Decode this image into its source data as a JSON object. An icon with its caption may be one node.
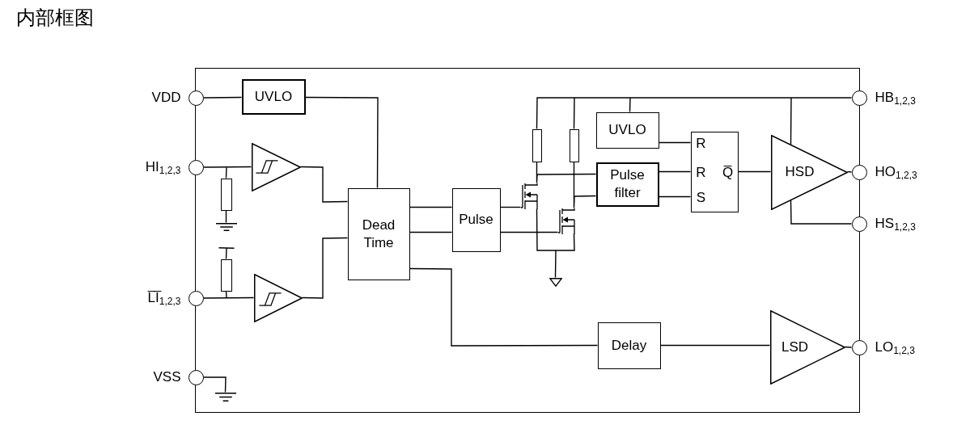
{
  "diagram": {
    "title": "内部框图",
    "nodes": [
      {
        "text": [],
        "shape": "box"
      },
      {
        "text": [],
        "shape": "circle",
        "beside": [
          "VDD"
        ]
      },
      {
        "text": [],
        "shape": "circle",
        "beside": [
          "HI$_{1,2,3}$"
        ]
      },
      {
        "text": [],
        "shape": "circle",
        "beside": [
          "L̅I̅$_{1,2,3}$"
        ]
      },
      {
        "text": [],
        "shape": "circle",
        "beside": [
          "VSS"
        ]
      },
      {
        "text": [],
        "shape": "circle",
        "beside": [
          "HB$_{1,2,3}$"
        ]
      },
      {
        "text": [],
        "shape": "circle",
        "beside": [
          "HO$_{1,2,3}$"
        ]
      },
      {
        "text": [],
        "shape": "circle",
        "beside": [
          "HS$_{1,2,3}$"
        ]
      },
      {
        "text": [],
        "shape": "circle",
        "beside": [
          "LO$_{1,2,3}$"
        ]
      },
      {
        "text": [
          "UVLO"
        ],
        "in": 0
      },
      {
        "text": [],
        "shape": "triangle",
        "in": 0
      },
      {
        "text": [],
        "shape": "resistor",
        "in": 0
      },
      {
        "text": [],
        "shape": "ground",
        "in": 0
      },
      {
        "text": [],
        "shape": "resistor",
        "in": 0
      },
      {
        "text": [],
        "shape": "triangle",
        "in": 0
      },
      {
        "text": [],
        "shape": "ground",
        "in": 0
      },
      {
        "text": [
          "Dead Time"
        ],
        "in": 0
      },
      {
        "text": [
          "Pulse"
        ],
        "in": 0
      },
      {
        "text": [],
        "shape": "resistor",
        "in": 0
      },
      {
        "text": [],
        "shape": "resistor",
        "in": 0
      },
      {
        "text": [],
        "shape": "transistor",
        "in": 0
      },
      {
        "text": [],
        "shape": "transistor",
        "in": 0
      },
      {
        "text": [],
        "shape": "ground",
        "in": 0
      },
      {
        "text": [
          "UVLO"
        ],
        "in": 0
      },
      {
        "text": [
          "Pulse filter"
        ],
        "in": 0
      },
      {
        "text": [
          "R",
          "R",
          "Q̅",
          "S"
        ],
        "in": 0
      },
      {
        "text": [
          "HSD"
        ],
        "in": 0
      },
      {
        "text": [
          "Delay"
        ],
        "in": 0
      },
      {
        "text": [
          "LSD"
        ],
        "in": 0
      }
    ],
    "edges": [
      {
        "from": 1,
        "to": 9,
        "arrow": "none"
      },
      {
        "from": 9,
        "to": 16,
        "arrow": "none"
      },
      {
        "from": 2,
        "to": 10,
        "arrow": "none"
      },
      {
        "from": 2,
        "to": 11,
        "arrow": "none"
      },
      {
        "from": 11,
        "to": 12,
        "arrow": "none"
      },
      {
        "from": 10,
        "to": 16,
        "arrow": "none"
      },
      {
        "from": 3,
        "to": 14,
        "arrow": "none"
      },
      {
        "from": 3,
        "to": 13,
        "arrow": "none"
      },
      {
        "from": 13,
        "to": null,
        "arrow": "other"
      },
      {
        "from": 14,
        "to": 16,
        "arrow": "none"
      },
      {
        "from": 4,
        "to": 15,
        "arrow": "none"
      },
      {
        "from": 16,
        "to": 17,
        "arrow": "none"
      },
      {
        "from": 16,
        "to": 17,
        "arrow": "none"
      },
      {
        "from": 16,
        "to": 27,
        "arrow": "none"
      },
      {
        "from": 17,
        "to": 20,
        "arrow": "none"
      },
      {
        "from": 17,
        "to": 21,
        "arrow": "none"
      },
      {
        "from": 20,
        "to": 18,
        "arrow": "none"
      },
      {
        "from": 20,
        "to": 24,
        "arrow": "none"
      },
      {
        "from": 21,
        "to": 19,
        "arrow": "none"
      },
      {
        "from": 21,
        "to": 24,
        "arrow": "none"
      },
      {
        "from": 20,
        "to": 22,
        "arrow": "none"
      },
      {
        "from": 21,
        "to": 22,
        "arrow": "none"
      },
      {
        "from": 18,
        "to": 5,
        "arrow": "none"
      },
      {
        "from": 19,
        "to": 5,
        "arrow": "none"
      },
      {
        "from": 23,
        "to": 5,
        "arrow": "none"
      },
      {
        "from": 26,
        "to": 5,
        "arrow": "none"
      },
      {
        "from": 23,
        "to": 25,
        "arrow": "none"
      },
      {
        "from": 24,
        "to": 25,
        "arrow": "none"
      },
      {
        "from": 24,
        "to": 25,
        "arrow": "none"
      },
      {
        "from": 25,
        "to": 26,
        "arrow": "none"
      },
      {
        "from": 26,
        "to": 6,
        "arrow": "none"
      },
      {
        "from": 26,
        "to": 7,
        "arrow": "none"
      },
      {
        "from": 27,
        "to": 28,
        "arrow": "none"
      },
      {
        "from": 28,
        "to": 8,
        "arrow": "none"
      }
    ]
  }
}
